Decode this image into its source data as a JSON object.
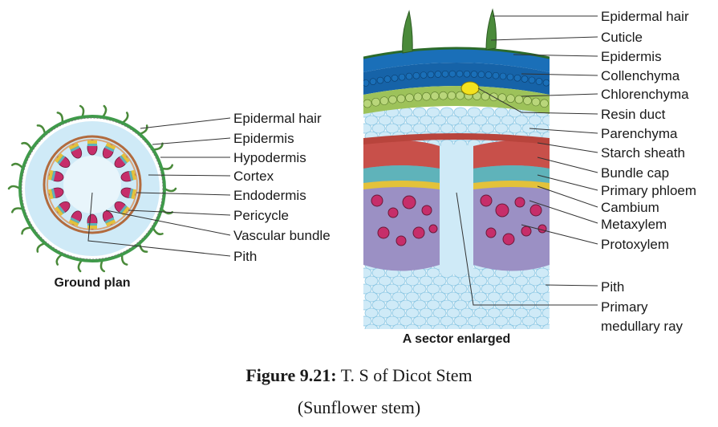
{
  "ground_plan": {
    "caption": "Ground plan",
    "labels": [
      "Epidermal hair",
      "Epidermis",
      "Hypodermis",
      "Cortex",
      "Endodermis",
      "Pericycle",
      "Vascular bundle",
      "Pith"
    ]
  },
  "sector": {
    "caption": "A sector enlarged",
    "labels": [
      "Epidermal hair",
      "Cuticle",
      "Epidermis",
      "Collenchyma",
      "Chlorenchyma",
      "Resin duct",
      "Parenchyma",
      "Starch sheath",
      "Bundle cap",
      "Primary phloem",
      "Cambium",
      "Metaxylem",
      "Protoxylem",
      "Pith",
      "Primary",
      "medullary ray"
    ]
  },
  "figure": {
    "number": "Figure 9.21:",
    "title": "T. S of Dicot Stem",
    "subtitle": "(Sunflower stem)"
  },
  "colors": {
    "epidermis_blue": "#1a6fb8",
    "collenchyma_green": "#b9d67a",
    "parenchyma_light_blue": "#cfeaf7",
    "starch_sheath_red": "#c8504a",
    "bundle_cap_pink": "#e9a3a0",
    "phloem_teal": "#5fb3ba",
    "cambium_yellow": "#e3c23a",
    "xylem_purple": "#9b90c4",
    "vessel_magenta": "#c62e6a",
    "hair_green": "#4a8a3a"
  }
}
